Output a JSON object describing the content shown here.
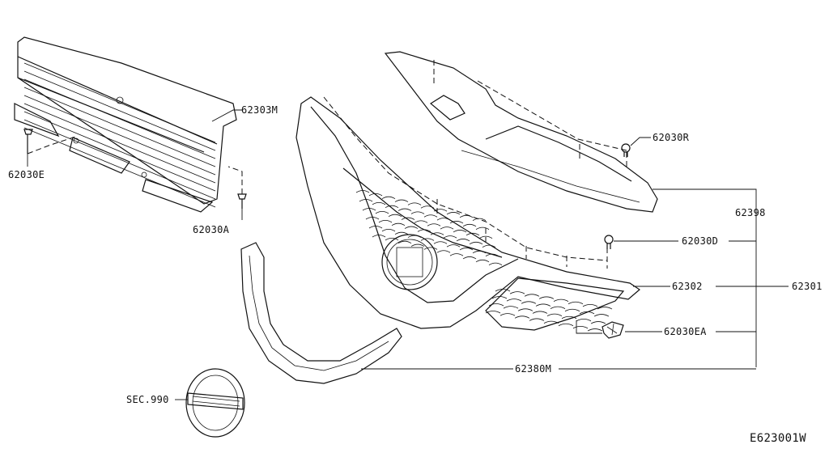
{
  "labels": {
    "p62303M": "62303M",
    "p62030E": "62030E",
    "p62030A": "62030A",
    "p62030R": "62030R",
    "p62398": "62398",
    "p62030D": "62030D",
    "p62302": "62302",
    "p62301": "62301",
    "p62030EA": "62030EA",
    "p62380M": "62380M",
    "sec990": "SEC.990",
    "diagram_id": "E623001W"
  }
}
